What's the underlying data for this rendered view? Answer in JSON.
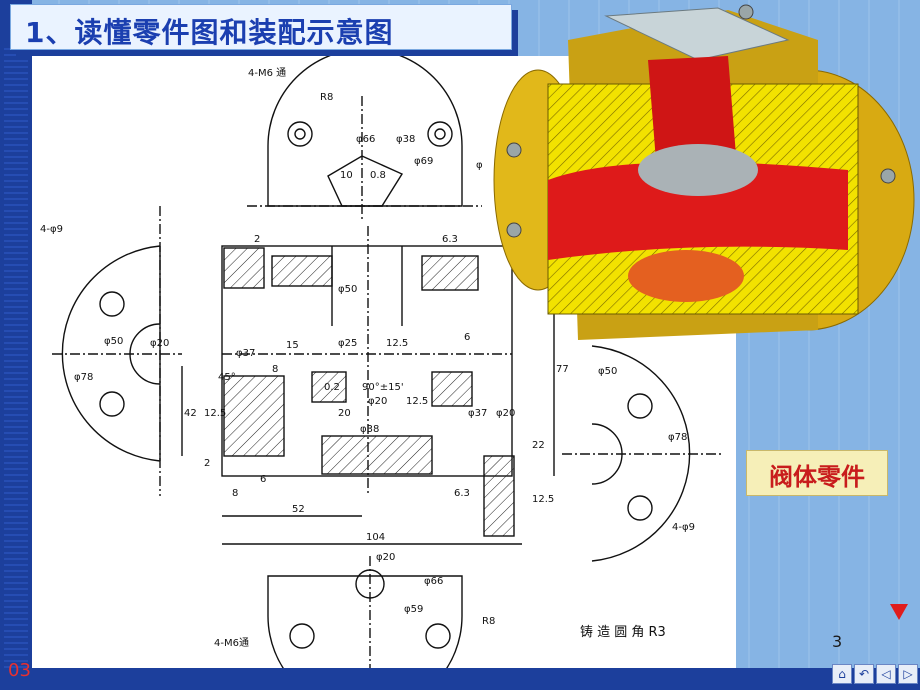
{
  "slide": {
    "title": "1、读懂零件图和装配示意图",
    "part_label": "阀体零件",
    "page_number": "3",
    "slide_id": "03"
  },
  "drawing": {
    "dims": {
      "m6_top": "4-M6 通",
      "r8_top": "R8",
      "d66_top": "φ66",
      "d38_top": "φ38",
      "d69_top": "φ69",
      "ten": "10",
      "d08": "0.8",
      "phi_edge": "φ",
      "four_d9_left": "4-φ9",
      "d50_left": "φ50",
      "d20_left": "φ20",
      "d78_left": "φ78",
      "two": "2",
      "r63_top": "6.3",
      "d50_mid": "φ50",
      "six": "6",
      "d37_left": "φ37",
      "fifteen": "15",
      "d25": "φ25",
      "r125_mid": "12.5",
      "eight": "8",
      "deg45": "45°",
      "d02": "0.2",
      "angle90": "90°±15'",
      "d20_mid": "φ20",
      "r125_b": "12.5",
      "twenty": "20",
      "d38_mid": "φ38",
      "d37_right": "φ37",
      "d20_right": "φ20",
      "seventy_seven": "77",
      "forty_two": "42",
      "r125_left": "12.5",
      "twenty_two": "22",
      "two_b": "2",
      "six_b": "6",
      "r63_bottom": "6.3",
      "eight_b": "8",
      "fifty_two": "52",
      "r125_right": "12.5",
      "one_oh_four": "104",
      "d50_right": "φ50",
      "d78_right": "φ78",
      "four_d9_right": "4-φ9",
      "d20_bottom": "φ20",
      "d66_bottom": "φ66",
      "d59": "φ59",
      "m6_bottom": "4-M6通",
      "r8_bottom": "R8",
      "cast_note": "铸 造 圆 角 R3"
    }
  },
  "nav": {
    "home": "⌂",
    "back": "↶",
    "prev": "◁",
    "next": "▷"
  }
}
